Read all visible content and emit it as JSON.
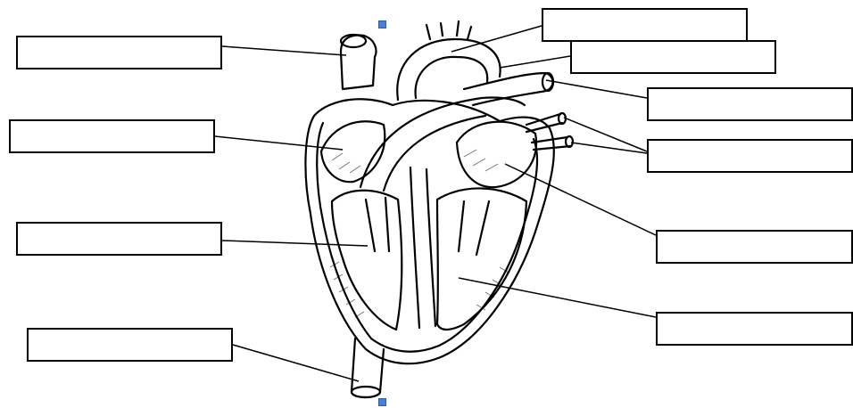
{
  "diagram": {
    "subject": "heart-cross-section",
    "line_color": "#000000",
    "fill_color": "#ffffff",
    "handle_color": "#4a7fd0",
    "labels": [
      {
        "id": "left-1",
        "text": ""
      },
      {
        "id": "left-2",
        "text": ""
      },
      {
        "id": "left-3",
        "text": ""
      },
      {
        "id": "left-4",
        "text": ""
      },
      {
        "id": "right-1",
        "text": ""
      },
      {
        "id": "right-2",
        "text": ""
      },
      {
        "id": "right-3",
        "text": ""
      },
      {
        "id": "right-4",
        "text": ""
      },
      {
        "id": "right-5",
        "text": ""
      },
      {
        "id": "right-6",
        "text": ""
      }
    ]
  }
}
